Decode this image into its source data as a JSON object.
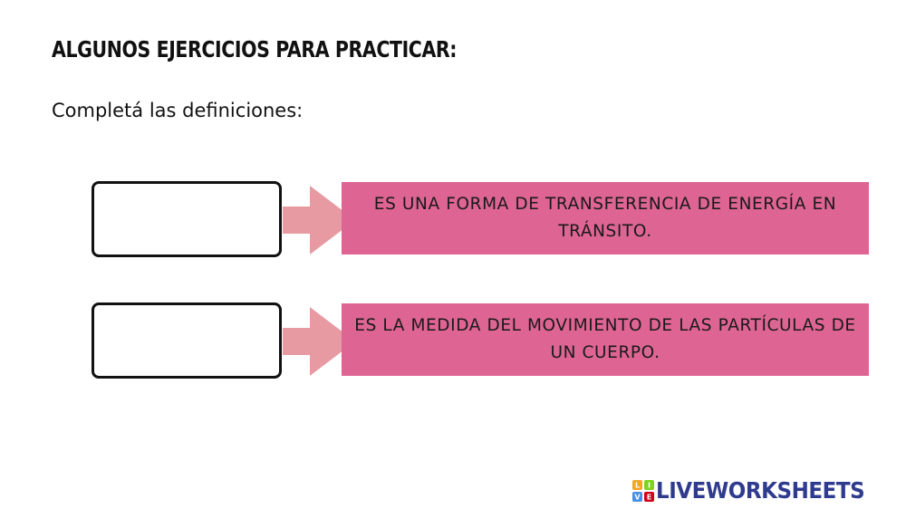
{
  "header": {
    "title": "ALGUNOS EJERCICIOS PARA PRACTICAR:",
    "subtitle": "Completá las definiciones:"
  },
  "exercises": [
    {
      "answer_value": "",
      "definition": "ES UNA FORMA DE TRANSFERENCIA DE ENERGÍA EN TRÁNSITO."
    },
    {
      "answer_value": "",
      "definition": "ES LA MEDIDA DEL MOVIMIENTO DE LAS PARTÍCULAS DE UN CUERPO."
    }
  ],
  "brand": {
    "name": "LIVEWORKSHEETS",
    "logo_letters": [
      "L",
      "I",
      "V",
      "E"
    ]
  },
  "colors": {
    "definition_bg": "#de6593",
    "arrow_fill": "#e79aa1",
    "brand_text": "#2f3b8f"
  },
  "icons": {
    "arrow": "right-arrow-icon",
    "logo": "liveworksheets-logo-icon"
  }
}
